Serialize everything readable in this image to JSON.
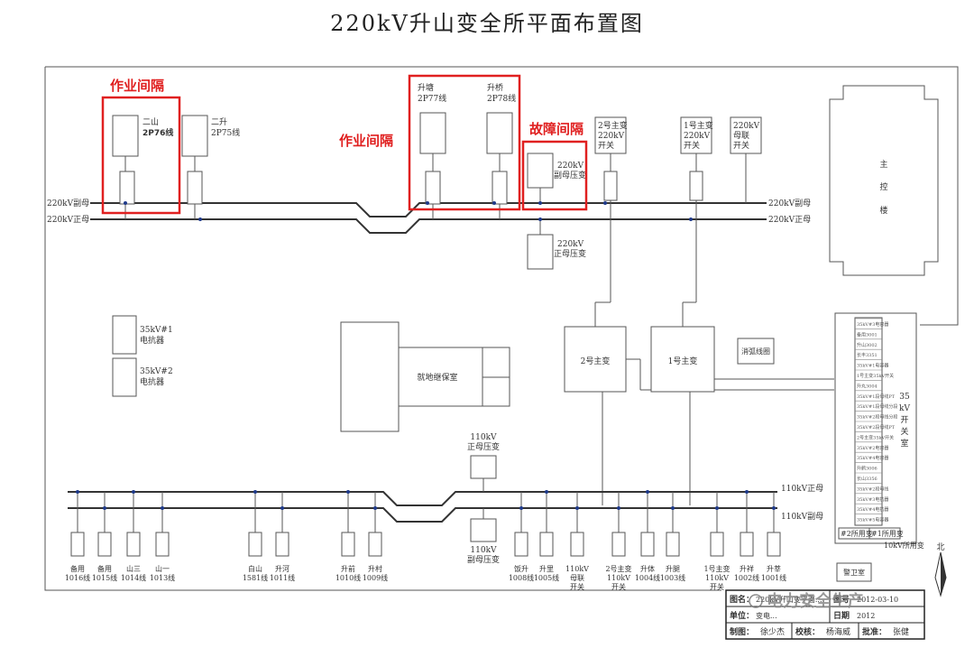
{
  "title": "220kV升山变全所平面布置图",
  "annotations": {
    "work_bay_1": "作业间隔",
    "work_bay_2": "作业间隔",
    "fault_bay": "故障间隔"
  },
  "bus_220": {
    "sub_left": "220kV副母",
    "main_left": "220kV正母",
    "sub_right": "220kV副母",
    "main_right": "220kV正母"
  },
  "bus_110": {
    "main_right": "110kV正母",
    "sub_right": "110kV副母"
  },
  "lines_220": [
    {
      "name1": "二山",
      "name2": "2P76线"
    },
    {
      "name1": "二升",
      "name2": "2P75线"
    },
    {
      "name1": "升塘",
      "name2": "2P77线"
    },
    {
      "name1": "升桥",
      "name2": "2P78线"
    }
  ],
  "pt_220_sub": {
    "l1": "220kV",
    "l2": "副母压变"
  },
  "pt_220_main": {
    "l1": "220kV",
    "l2": "正母压变"
  },
  "switches_220": [
    {
      "l1": "2号主变",
      "l2": "220kV",
      "l3": "开关"
    },
    {
      "l1": "1号主变",
      "l2": "220kV",
      "l3": "开关"
    },
    {
      "l1": "220kV",
      "l2": "母联",
      "l3": "开关"
    }
  ],
  "building_main": [
    "主",
    "控",
    "楼"
  ],
  "reactors": [
    {
      "l1": "35kV#1",
      "l2": "电抗器"
    },
    {
      "l1": "35kV#2",
      "l2": "电抗器"
    }
  ],
  "relay_room": "就地继保室",
  "transformers": [
    "2号主变",
    "1号主变"
  ],
  "arc_coil": "消弧线圈",
  "room_35kv": [
    "35",
    "kV",
    "开",
    "关",
    "室"
  ],
  "room_35kv_items": [
    "35kV#3电容器",
    "备用3001",
    "升山3002",
    "长丰3351",
    "35kV#1电容器",
    "1号主变35kV开关",
    "升丸3004",
    "35kV#1段母线PT",
    "35kV#1段母线分段",
    "35kV#2段母线分段",
    "35kV#2段母线PT",
    "2号主变35kV开关",
    "35kV#2电容器",
    "35kV#4电容器",
    "升鹤3006",
    "长山3356",
    "35kV#2段母线",
    "35kV#3电抗器",
    "35kV#4电抗器",
    "35kV#5电容器"
  ],
  "station_transformers": [
    "#2所用变",
    "#1所用变"
  ],
  "station_10kv": "10kV所用变",
  "pt_110_main": {
    "l1": "110kV",
    "l2": "正母压变"
  },
  "pt_110_sub": {
    "l1": "110kV",
    "l2": "副母压变"
  },
  "lines_110": [
    {
      "l1": "备用",
      "l2": "1016线"
    },
    {
      "l1": "备用",
      "l2": "1015线"
    },
    {
      "l1": "山三",
      "l2": "1014线"
    },
    {
      "l1": "山一",
      "l2": "1013线"
    },
    {
      "l1": "白山",
      "l2": "1581线"
    },
    {
      "l1": "升河",
      "l2": "1011线"
    },
    {
      "l1": "升前",
      "l2": "1010线"
    },
    {
      "l1": "升村",
      "l2": "1009线"
    },
    {
      "l1": "饭升",
      "l2": "1008线"
    },
    {
      "l1": "升里",
      "l2": "1005线"
    },
    {
      "l1": "升体",
      "l2": "1004线"
    },
    {
      "l1": "升腿",
      "l2": "1003线"
    },
    {
      "l1": "升祥",
      "l2": "1002线"
    },
    {
      "l1": "升莘",
      "l2": "1001线"
    }
  ],
  "switches_110": [
    {
      "l1": "110kV",
      "l2": "母联",
      "l3": "开关"
    },
    {
      "l1": "2号主变",
      "l2": "110kV",
      "l3": "开关"
    },
    {
      "l1": "1号主变",
      "l2": "110kV",
      "l3": "开关"
    }
  ],
  "guard_room": "警卫室",
  "north": "北",
  "title_block": {
    "r1_k": "图名：",
    "r1_v": "220kV升山变平面...",
    "r1_k2": "图号",
    "r1_v2": "2012-03-10",
    "r2_k": "单位：",
    "r2_v": "变电...",
    "r2_k2": "日期",
    "r2_v2": "2012",
    "r3_k1": "制图：",
    "r3_v1": "徐少杰",
    "r3_k2": "校核：",
    "r3_v2": "杨海威",
    "r3_k3": "批准：",
    "r3_v3": "张健"
  },
  "watermark": "电力安全生产"
}
